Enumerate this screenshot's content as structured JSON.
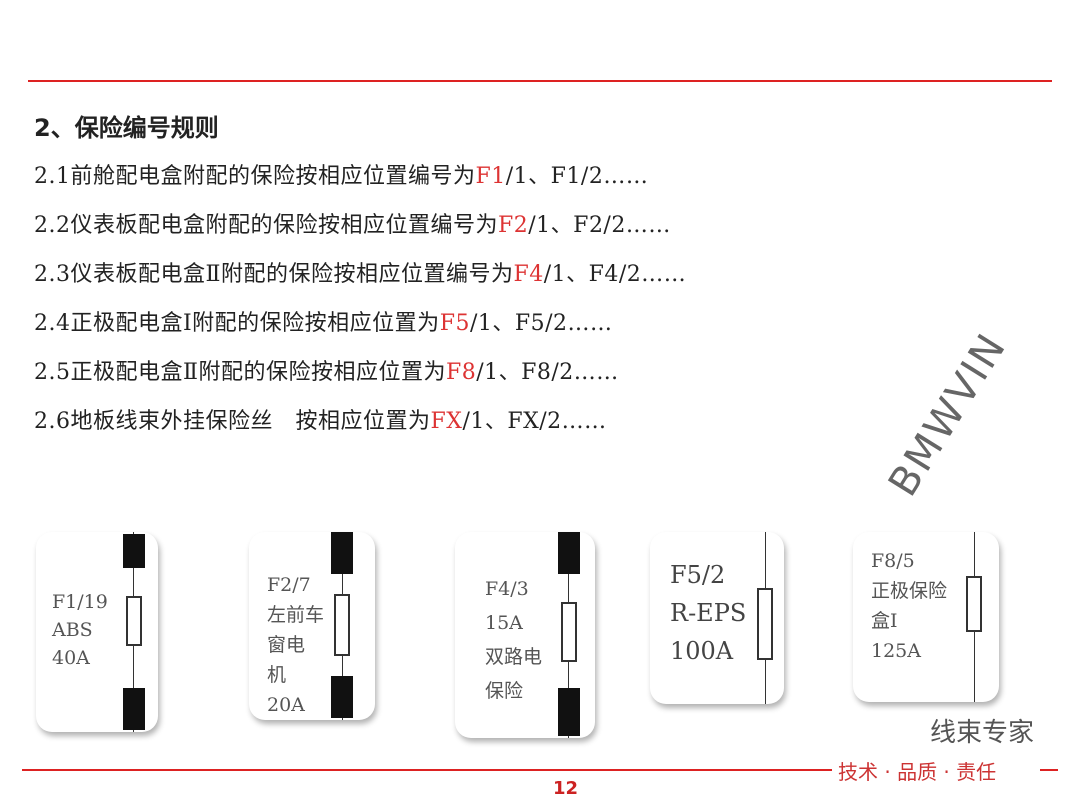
{
  "heading": "2、保险编号规则",
  "rules": [
    {
      "prefix": "2.1前舱配电盒附配的保险按相应位置编号为",
      "highlight": "F1",
      "suffix": "/1、F1/2……"
    },
    {
      "prefix": "2.2仪表板配电盒附配的保险按相应位置编号为",
      "highlight": "F2",
      "suffix": "/1、F2/2……"
    },
    {
      "prefix": "2.3仪表板配电盒Ⅱ附配的保险按相应位置编号为",
      "highlight": "F4",
      "suffix": "/1、F4/2……"
    },
    {
      "prefix": "2.4正极配电盒Ⅰ附配的保险按相应位置为",
      "highlight": "F5",
      "suffix": "/1、F5/2……"
    },
    {
      "prefix": "2.5正极配电盒Ⅱ附配的保险按相应位置为",
      "highlight": "F8",
      "suffix": "/1、F8/2……"
    },
    {
      "prefix": "2.6地板线束外挂保险丝　按相应位置为",
      "highlight": "FX",
      "suffix": "/1、FX/2……"
    }
  ],
  "fuses": [
    {
      "label": "F1/19\nABS\n40A"
    },
    {
      "label": "F2/7\n左前车\n窗电\n机\n20A"
    },
    {
      "label": "F4/3\n15A\n双路电\n保险"
    },
    {
      "label": "F5/2\nR-EPS\n100A"
    },
    {
      "label": "F8/5\n正极保险\n盒I\n125A"
    }
  ],
  "watermark": "BMWVIN",
  "footer": {
    "motto": "技术 · 品质 · 责任",
    "brand": "线束专家",
    "page_number": "12"
  },
  "colors": {
    "accent": "#dd2222",
    "highlight": "#dd3333"
  }
}
